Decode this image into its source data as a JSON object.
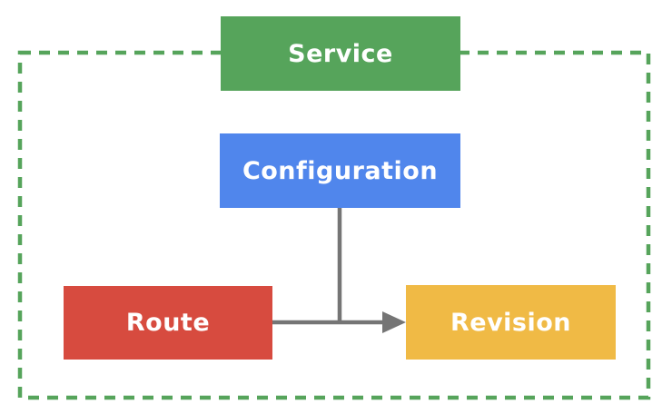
{
  "diagram": {
    "title": "",
    "boundary": {
      "style": "dashed",
      "color": "#56A45B"
    },
    "connector": {
      "color": "#757575"
    },
    "nodes": {
      "service": {
        "label": "Service",
        "color": "#56A45B"
      },
      "configuration": {
        "label": "Configuration",
        "color": "#5086EC"
      },
      "route": {
        "label": "Route",
        "color": "#D74B3F"
      },
      "revision": {
        "label": "Revision",
        "color": "#F0BA45"
      }
    },
    "edges": [
      {
        "from": "configuration",
        "to": "revision",
        "type": "line"
      },
      {
        "from": "route",
        "to": "revision",
        "type": "arrow"
      }
    ],
    "text_color": "#FFFFFF"
  }
}
